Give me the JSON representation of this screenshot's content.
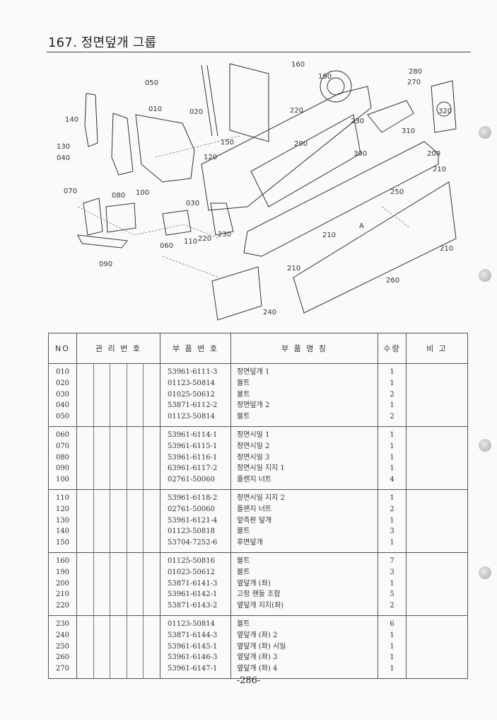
{
  "page": {
    "title": "167. 정면덮개 그룹",
    "page_number": "-286-"
  },
  "table": {
    "headers": {
      "no": "NO",
      "mgmt": "관 리 번 호",
      "part_no": "부 품 번 호",
      "name": "부 품 명 칭",
      "qty": "수량",
      "note": "비 고"
    },
    "groups": [
      {
        "no": [
          "010",
          "020",
          "030",
          "040",
          "050"
        ],
        "part_no": [
          "53961-6111-3",
          "01123-50814",
          "01025-50612",
          "53871-6112-2",
          "01123-50814"
        ],
        "name": [
          "정면덮개 1",
          "볼트",
          "볼트",
          "정면덮개 2",
          "볼트"
        ],
        "qty": [
          "1",
          "1",
          "2",
          "1",
          "2"
        ]
      },
      {
        "no": [
          "060",
          "070",
          "080",
          "090",
          "100"
        ],
        "part_no": [
          "53961-6114-1",
          "53961-6115-1",
          "53961-6116-1",
          "63961-6117-2",
          "02761-50060"
        ],
        "name": [
          "정면시일 1",
          "정면시일 2",
          "정면시일 3",
          "정면시일 지지 1",
          "플랜지 너트"
        ],
        "qty": [
          "1",
          "1",
          "1",
          "1",
          "4"
        ]
      },
      {
        "no": [
          "110",
          "120",
          "130",
          "140",
          "150"
        ],
        "part_no": [
          "53961-6118-2",
          "02761-50060",
          "53961-6121-4",
          "01123-50818",
          "53704-7252-6"
        ],
        "name": [
          "정면시일 지지 2",
          "플랜지 너트",
          "앞측판 덮개",
          "볼트",
          "후면덮개"
        ],
        "qty": [
          "1",
          "2",
          "1",
          "3",
          "1"
        ]
      },
      {
        "no": [
          "160",
          "190",
          "200",
          "210",
          "220"
        ],
        "part_no": [
          "01125-50816",
          "01023-50612",
          "53871-6141-3",
          "53961-6142-1",
          "53871-6143-2"
        ],
        "name": [
          "볼트",
          "볼트",
          "옆덮개 (좌)",
          "고정 핸들 조합",
          "옆덮개 지지(좌)"
        ],
        "qty": [
          "7",
          "3",
          "1",
          "5",
          "2"
        ]
      },
      {
        "no": [
          "230",
          "240",
          "250",
          "260",
          "270"
        ],
        "part_no": [
          "01123-50814",
          "53871-6144-3",
          "53961-6145-1",
          "53961-6146-3",
          "53961-6147-1"
        ],
        "name": [
          "볼트",
          "옆덮개 (좌) 2",
          "옆덮개 (좌) 시일",
          "옆덮개 (좌) 3",
          "옆덮개 (좌) 4"
        ],
        "qty": [
          "6",
          "1",
          "1",
          "1",
          "1"
        ]
      }
    ]
  },
  "diagram": {
    "callouts": [
      "050",
      "010",
      "020",
      "140",
      "130",
      "040",
      "120",
      "070",
      "080",
      "100",
      "030",
      "060",
      "110",
      "220",
      "230",
      "090",
      "160",
      "190",
      "280",
      "270",
      "320",
      "310",
      "200",
      "210",
      "250",
      "260",
      "240",
      "300",
      "290",
      "150",
      "A"
    ]
  }
}
